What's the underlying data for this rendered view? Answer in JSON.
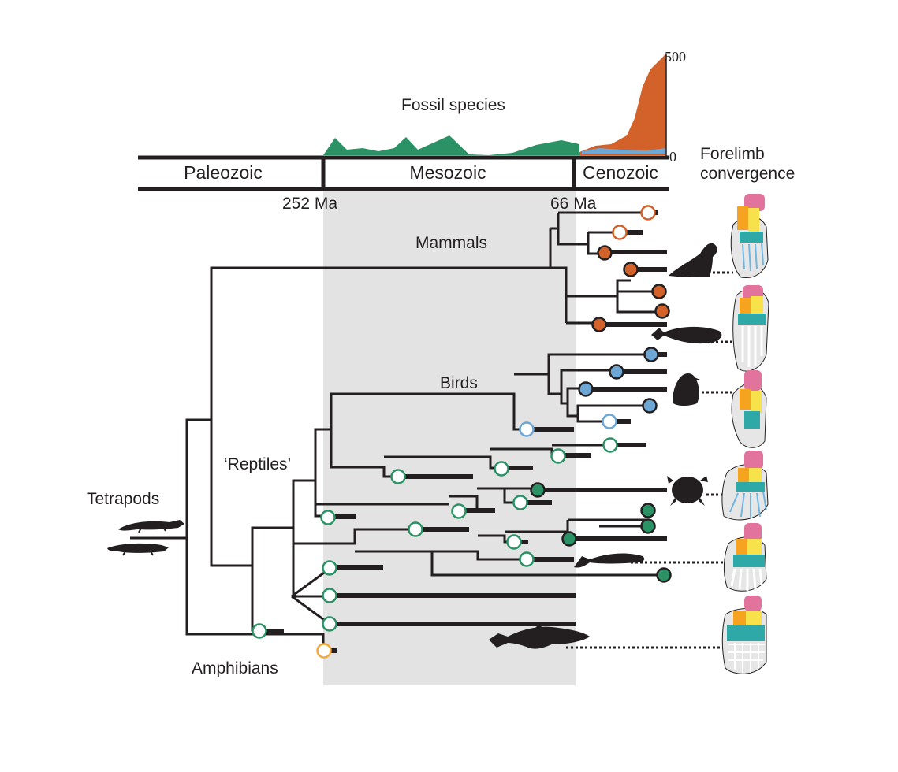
{
  "timeline": {
    "eras": [
      "Paleozoic",
      "Mesozoic",
      "Cenozoic"
    ],
    "boundaries": [
      "252 Ma",
      "66 Ma"
    ]
  },
  "fossil_chart": {
    "title": "Fossil species",
    "y_max_label": "500",
    "y_min_label": "0",
    "colors": {
      "reptiles": "#2a9264",
      "mammals": "#d2622a",
      "birds": "#6ea6d4"
    }
  },
  "forelimb": {
    "title_line1": "Forelimb",
    "title_line2": "convergence"
  },
  "clades": {
    "mammals": "Mammals",
    "birds": "Birds",
    "reptiles": "‘Reptiles’",
    "tetrapods": "Tetrapods",
    "amphibians": "Amphibians"
  },
  "colors": {
    "mammal": "#d2622a",
    "bird": "#6ea6d4",
    "reptile": "#2a9264",
    "amphibian": "#f2a93b",
    "mesozoic_shade": "#e3e3e4",
    "ink": "#231f20"
  },
  "icons": [
    "lizard-silhouette",
    "salamander-silhouette",
    "sea-lion-silhouette",
    "whale-silhouette",
    "penguin-silhouette",
    "sea-turtle-silhouette",
    "mosasaur-silhouette",
    "ichthyosaur-silhouette",
    "flipper-bone-diagram"
  ]
}
